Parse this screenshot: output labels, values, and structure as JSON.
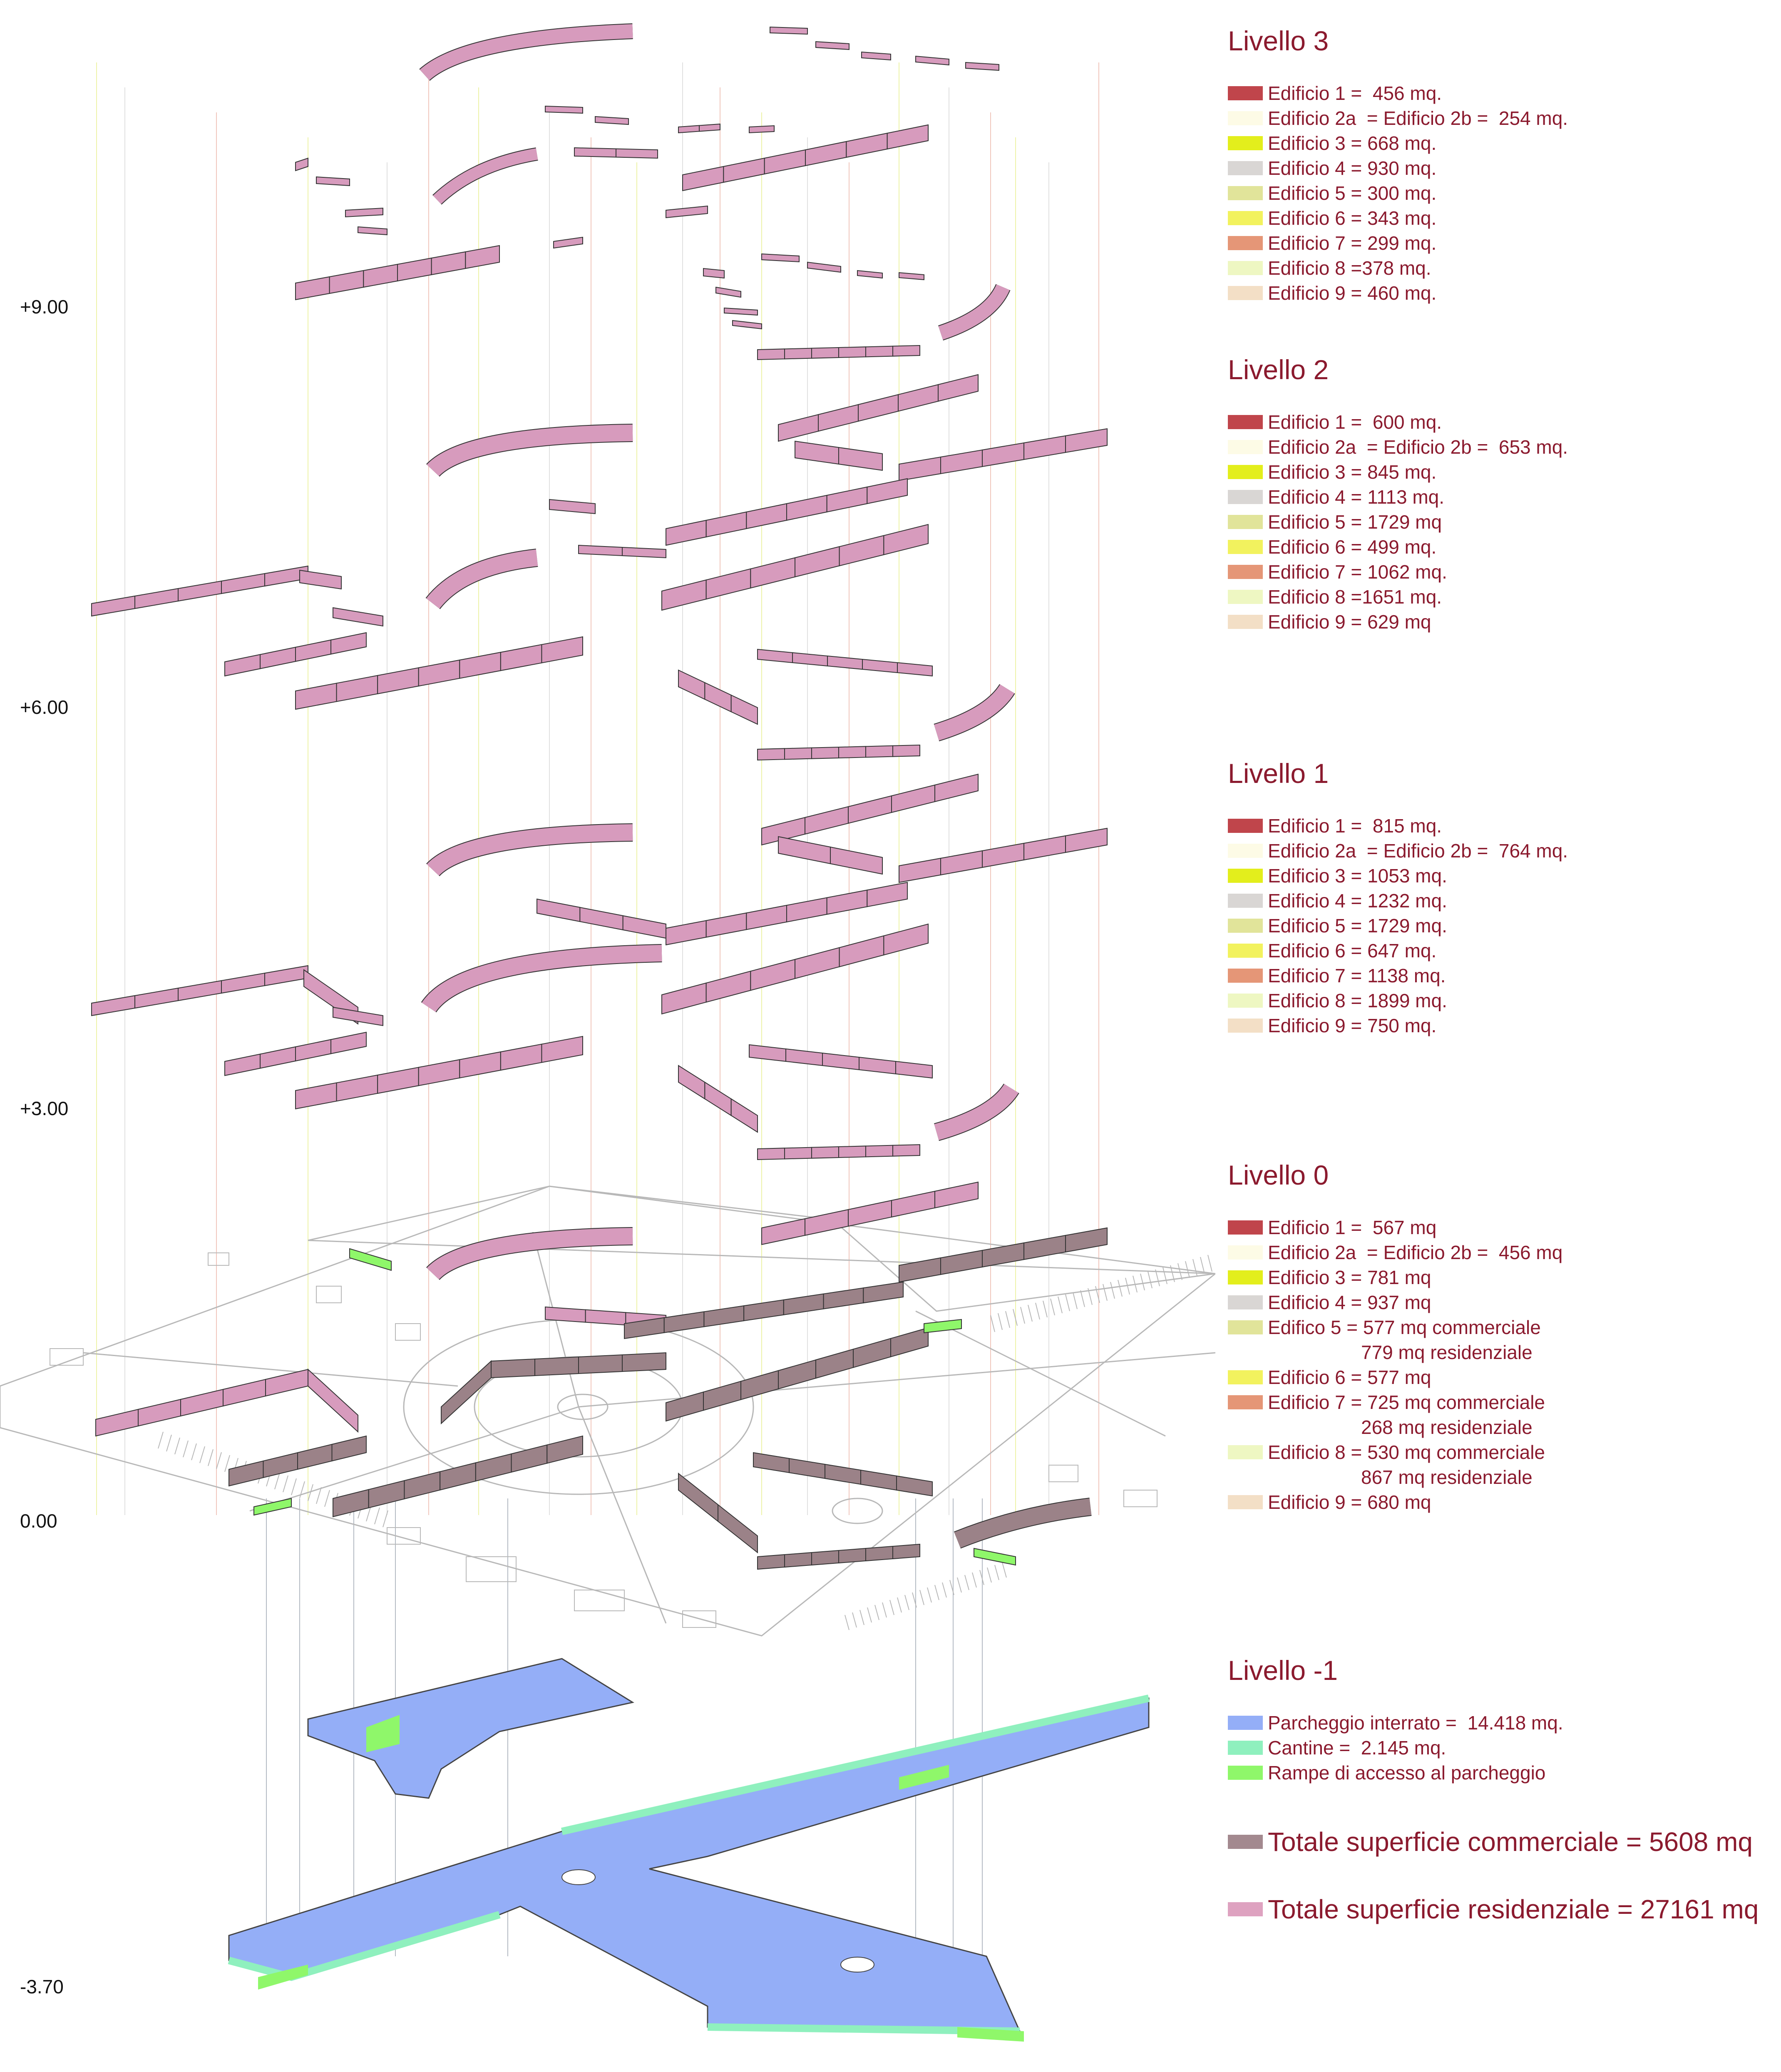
{
  "elevations": [
    "+9.00",
    "+6.00",
    "+3.00",
    "0.00",
    "-3.70"
  ],
  "levels": [
    {
      "title": "Livello 3",
      "items": [
        {
          "text": "Edificio 1 =  456 mq.",
          "color": "#c0454b"
        },
        {
          "text": "Edificio 2a  = Edificio 2b =  254 mq.",
          "color": "#fdfbe6"
        },
        {
          "text": "Edificio 3 = 668 mq.",
          "color": "#e3ee1c"
        },
        {
          "text": "Edificio 4 = 930 mq.",
          "color": "#d9d6d4"
        },
        {
          "text": "Edificio 5 = 300 mq.",
          "color": "#e1e49a"
        },
        {
          "text": "Edificio 6 = 343 mq.",
          "color": "#f2f25e"
        },
        {
          "text": "Edificio 7 = 299 mq.",
          "color": "#e59677"
        },
        {
          "text": "Edificio 8 =378 mq.",
          "color": "#eef7c2"
        },
        {
          "text": "Edificio 9 = 460 mq.",
          "color": "#f3dfc6"
        }
      ]
    },
    {
      "title": "Livello 2",
      "items": [
        {
          "text": "Edificio 1 =  600 mq.",
          "color": "#c0454b"
        },
        {
          "text": "Edificio 2a  = Edificio 2b =  653 mq.",
          "color": "#fdfbe6"
        },
        {
          "text": "Edificio 3 = 845 mq.",
          "color": "#e3ee1c"
        },
        {
          "text": "Edificio 4 = 1113 mq.",
          "color": "#d9d6d4"
        },
        {
          "text": "Edificio 5 = 1729 mq",
          "color": "#e1e49a"
        },
        {
          "text": "Edificio 6 = 499 mq.",
          "color": "#f2f25e"
        },
        {
          "text": "Edificio 7 = 1062 mq.",
          "color": "#e59677"
        },
        {
          "text": "Edificio 8 =1651 mq.",
          "color": "#eef7c2"
        },
        {
          "text": "Edificio 9 = 629 mq",
          "color": "#f3dfc6"
        }
      ]
    },
    {
      "title": "Livello 1",
      "items": [
        {
          "text": "Edificio 1 =  815 mq.",
          "color": "#c0454b"
        },
        {
          "text": "Edificio 2a  = Edificio 2b =  764 mq.",
          "color": "#fdfbe6"
        },
        {
          "text": "Edificio 3 = 1053 mq.",
          "color": "#e3ee1c"
        },
        {
          "text": "Edificio 4 = 1232 mq.",
          "color": "#d9d6d4"
        },
        {
          "text": "Edificio 5 = 1729 mq.",
          "color": "#e1e49a"
        },
        {
          "text": "Edificio 6 = 647 mq.",
          "color": "#f2f25e"
        },
        {
          "text": "Edificio 7 = 1138 mq.",
          "color": "#e59677"
        },
        {
          "text": "Edificio 8 = 1899 mq.",
          "color": "#eef7c2"
        },
        {
          "text": "Edificio 9 = 750 mq.",
          "color": "#f3dfc6"
        }
      ]
    },
    {
      "title": "Livello 0",
      "items": [
        {
          "text": "Edificio 1 =  567 mq",
          "color": "#c0454b"
        },
        {
          "text": "Edificio 2a  = Edificio 2b =  456 mq",
          "color": "#fdfbe6"
        },
        {
          "text": "Edificio 3 = 781 mq",
          "color": "#e3ee1c"
        },
        {
          "text": "Edificio 4 = 937 mq",
          "color": "#d9d6d4"
        },
        {
          "text": "Edifico 5 = 577 mq commerciale",
          "color": "#e1e49a"
        },
        {
          "text": "779 mq residenziale",
          "color": null
        },
        {
          "text": "Edificio 6 = 577 mq",
          "color": "#f2f25e"
        },
        {
          "text": "Edificio 7 = 725 mq commerciale",
          "color": "#e59677"
        },
        {
          "text": "268 mq residenziale",
          "color": null
        },
        {
          "text": "Edificio 8 = 530 mq commerciale",
          "color": "#eef7c2"
        },
        {
          "text": "867 mq residenziale",
          "color": null
        },
        {
          "text": "Edificio 9 = 680 mq",
          "color": "#f3dfc6"
        }
      ]
    },
    {
      "title": "Livello -1",
      "items": [
        {
          "text": "Parcheggio interrato =  14.418 mq.",
          "color": "#94aef7"
        },
        {
          "text": "Cantine =  2.145 mq.",
          "color": "#8ff0be"
        },
        {
          "text": "Rampe di accesso al parcheggio",
          "color": "#8ff76a"
        }
      ]
    }
  ],
  "totals": [
    {
      "text": "Totale superficie commerciale = 5608 mq",
      "color": "#a3898f"
    },
    {
      "text": "Totale superficie residenziale = 27161 mq",
      "color": "#dea2c0"
    }
  ],
  "colors": {
    "residential_block": "#d79bbd",
    "commercial_block": "#9b8288",
    "parking": "#94aef7",
    "cellars": "#8ff0be",
    "ramps": "#8ff76a",
    "ground_lines": "#b8b8b8",
    "legend_text": "#8b1a2e"
  }
}
